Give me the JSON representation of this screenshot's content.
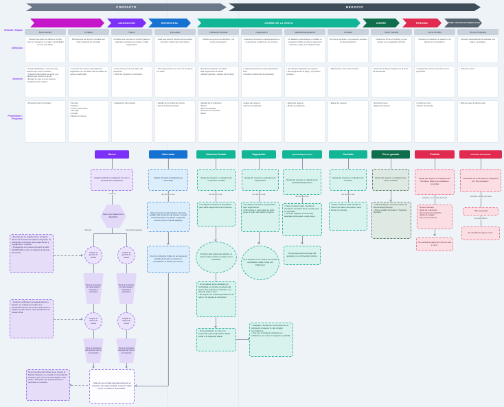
{
  "meta": {
    "title": "Embudo / Etapas"
  },
  "top_groups": {
    "left": "CONTACTO",
    "right": "NEGOCIO"
  },
  "stages": [
    {
      "label": "",
      "color": "#c517c9"
    },
    {
      "label": "ASIGNACIÓN",
      "color": "#7b2ff7"
    },
    {
      "label": "ENTREVISTA",
      "color": "#1672d1"
    },
    {
      "label": "CIERRE DE LA VENTA",
      "color": "#13b597"
    },
    {
      "label": "CIERRE",
      "color": "#0f6e4c"
    },
    {
      "label": "PERDIDA",
      "color": "#e02a50"
    },
    {
      "label": "CIERRE CON PAGOS MENSUALES",
      "color": "#57636e"
    }
  ],
  "columns": [
    "Desconocido",
    "Contacto",
    "Nuevo",
    "Interesado",
    "Cotización Enviada",
    "Negociación",
    "Apartado/Negociación",
    "Contrato",
    "Cierre Ganado",
    "Cierre Perdido",
    "Oferta Pospuesta"
  ],
  "row_labels": {
    "funnel": "Embudo / Etapas",
    "definicion": "Definición",
    "acciones": "Acciones",
    "propiedades": "Propiedades /\nPreguntas"
  },
  "definicion": [
    "Usuario que dejó sus datos en el sitio web y/o interactuó con algún canal digital sin dar más datos.",
    "Persona que se pone en contacto por chat o llamada de consulta.",
    "Contacto que cuenta con el perfil para ser asignado al equipo de ventas y recibir seguimiento.",
    "Lead que externó interés real por algún proyecto y pide más información.",
    "Cuando se genera la cotización y se envía al prospecto.",
    "Cuando el prospecto muestra apertura a negociar las condiciones de compra.",
    "Un adelanto para apartar su unidad; el prospecto realiza su primer pago para reservar y pasar a la siguiente fase.",
    "Se crea el contrato y el prospecto entrega su documentación.",
    "Cuando se firma el contrato y ya se cuenta con el apartado cobrado.",
    "Cuando el prospecto no avanza o se pierde la comunicación.",
    "Acuerdo sistematizado de efectuar sus pagos mensuales."
  ],
  "acciones": [
    "• Activar WhatsApp o envío de msg cuando hay nuevo contacto\n• Creación automática de leads y se califica bajo nuestro proceso\n• El lead se crea con los campos mandatorios de registro",
    "• Convertir de manera automática al registrarse con los datos del formulario en nuevos leads (HQ)",
    "• Envío al asesor de los datos del prospecto\n• Perfil del negocio en marcación",
    "• Dar seguimiento con envío de brochure y/o video",
    "• Enviar la cotización con plazo\n• Dar seguimiento a dudas\n• Validar vigencia y estatus de la oferta",
    "• Aclarar propuesta y buscar aprobación final\n• Revisar condiciones del apartado",
    "• Se solicita el apartado del negocio\n• Dar seguimiento al pago y al próximo contrato",
    "• Elaboración y firma del contrato",
    "• Asesorar al cliente después de la firma de bienvenida",
    "• Categorizar razones del cierre de la propuesta",
    "• Cobrar la cuota"
  ],
  "propiedades": [
    "• Prospecto llenó formulario",
    "• Nombre\n• Teléfono\n• Correo electrónico\n• Mensaje\n• Ciudad\n• Medio de interés",
    "• Evaluación para interés",
    "• Detalle de la unidad de interés\n• Envío de brochure/video",
    "• Detalle de la cotización\n• Monto\n• Plan de apartado\n• Fecha de vencimiento\n• Plazo",
    "• Etapa del negocio\n• Monto del apartado",
    "• Etapa del negocio\n• Monto del apartado",
    "• Etapa del negocio",
    "• Fecha de cierre\n• Etapa del negocio",
    "• Fecha de cierre\n• Razón de pérdida",
    "• Plan de pago al día de pago"
  ],
  "flow": {
    "headers": [
      {
        "label": "Nuevo",
        "color": "#7b2ff7"
      },
      {
        "label": "Interesado",
        "color": "#1672d1"
      },
      {
        "label": "Cotización Enviada",
        "color": "#13b597"
      },
      {
        "label": "Negociación",
        "color": "#13b597"
      },
      {
        "label": "Apartado/Negociación",
        "color": "#13b597"
      },
      {
        "label": "Contrato",
        "color": "#13b597"
      },
      {
        "label": "Cierre ganado",
        "color": "#0f6e4c"
      },
      {
        "label": "Perdida",
        "color": "#e02a50"
      },
      {
        "label": "Contrato descartado",
        "color": "#e02a50"
      }
    ],
    "nuevo": {
      "start": "Estado definido a cualquiera de nuevo (Prospección y Brokers)",
      "t1": "1 minuto",
      "hex": "Mover por Estado de la República",
      "branch_left": "Manual",
      "branch_right": "Cancelar/reasignar",
      "circle1": "Asignar al gerente de ventas",
      "trap1": "Tarea al propietario de cada negocio: contactar al prospecto",
      "circle2": "Asignar al asesor de ventas",
      "trap2": "Tarea al propietario para agendar cita con el prospecto"
    },
    "interesado": {
      "start": "Estado del lead a cualquiera de Interesado",
      "t": "En tiempo real",
      "b1": "Tarea al asesor para ingresar todos los detalles del prospecto de interés y enviar brochure/video o ayudarle a agendar reunión (zoom cuando aplique)",
      "b2": "Si en los primeros 3 días no se mueve el Estado del lead se enviará un recordatorio al asesor por correo."
    },
    "cotizacion": {
      "start": "Etapa del negocio a cualquiera de Cotización enviada",
      "t": "En tiempo real",
      "b1": "• Se asigna una tarea al propietario para darle seguimiento al prospecto",
      "cloud": "Durante esta etapa esté abierta, el asesor debe revisar el estatus de la cotización.",
      "b2": "• Si el estatus de la cotización es rechazada, se cambia el estado del lead a “No acepta la cotización” y el ciclo de vida a “otro”.\n• El negocio se marcará perdida con la razón “No acepta la cotización”.",
      "b3": "• Si es aprobada, se crea una propuesta y dar seguimiento hasta pasar a la siguiente etapa.",
      "side": "• Pasadas x fechas de vencimiento de la cotización al asesor le van a llegar recordatorios.\n• Una vez vencida la cotización se notificará y se mueve el negocio a perdida."
    },
    "negociacion": {
      "start": "Etapa del negocio a cualquiera de Negociación",
      "t": "En tiempo real",
      "b1": "• Se asigna una tarea al propietario para seguimiento.\n• Para pasar a esta etapa se debe poner el valor del avalúo si aplica.",
      "cloud": "Si el negocio no se mueve se enviará recordatorio cada 3 días (por Outfunnel)."
    },
    "apartado": {
      "start": "Etapa del negocio a cualquiera de Apartado/Negociación",
      "t": "En tiempo real",
      "b1": "• Tarea al asesor para mandar al prospecto los datos de la cuenta para su apartado.\n• Se debe registrar el monto del apartado para pasar a esta etapa.",
      "b2": "Se da seguimiento al pago del apartado y a la firma del contrato."
    },
    "contrato": {
      "start": "Etapa del negocio a cualquiera de Contrato",
      "t": "En tiempo real",
      "b1": "• Tarea al asesor para mandar al cliente los datos necesarios para firmar su contrato."
    },
    "ganado": {
      "start": "Etapa del negocio a cualquiera de Cierre Ganado",
      "b1": "• Tarea al asesor: envío de correo de bienvenida (Puentia)\n• Poner estado del lead en “Negocio Ganado”."
    },
    "perdida": {
      "start": "Etapa del negocio a cualquiera de Perdida y Razón de pérdida es conocida",
      "t": "Cambia con estado del lead",
      "b1": "• Precio elevado\n• Deja de responder\n• No acepta la cotización\n• Falta de capital\n• No es el momento",
      "b2": "Se cambia la etapa del ciclo de vida a “otro”."
    },
    "descartado": {
      "start": "Resultado de la llamada es cualquiera de “No contesta 3”",
      "t1": "Cambiar estado del lead",
      "b1": "• Sin respuesta",
      "t2": "Cambiar FECO",
      "b2": "Se cambia la etapa a “otro”."
    },
    "notes": {
      "a": "• En caso de no realizar el 1er contacto dentro de 3 horas de haberse asignado, se reasignará a Rodrigo para seguimiento y reasignación a asesor.\n• Prospectos con interés a invertir a partir de $100,000 o más se asignan al gerente de ventas.",
      "b": "• Cuando es Brokers se asigna directo a asesor; se copiará el nombre a la propiedad número de broker para llevar el registro y darle aviso, estar pendientes al usuario final.",
      "c": "Si en los primeros 3 días no se mueve el Estado del lead, se enviará un recordatorio al asesor por correo. El recordatorio será cada 3 días para que pueda avanzar o descartar el contacto.",
      "d": "Una vez que el lead externa interés en el proyecto que desea cotizar, el asesor debe mover el estado a “Interesado”."
    }
  }
}
